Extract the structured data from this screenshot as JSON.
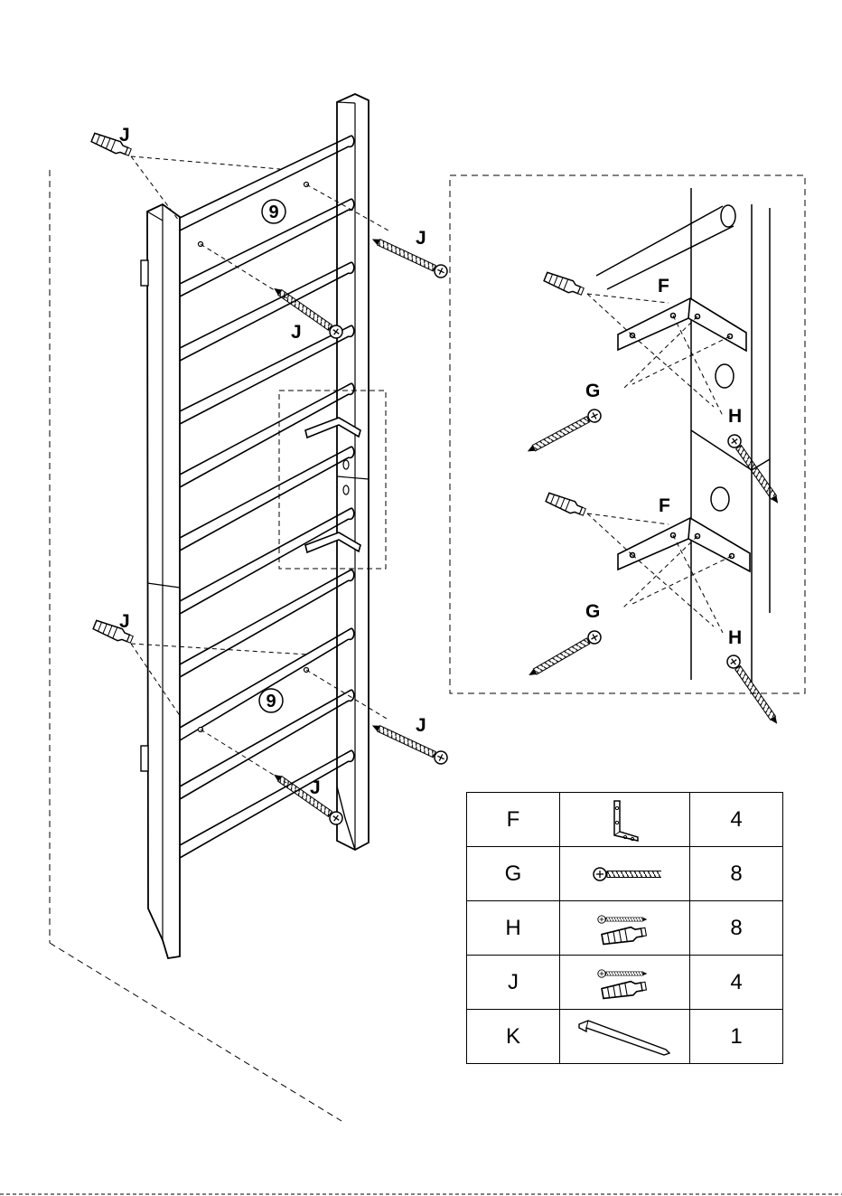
{
  "callouts": {
    "anchor_label": "J",
    "panel_number": "9",
    "bracket_label": "F",
    "screw_label": "G",
    "plug_label": "H"
  },
  "parts": [
    {
      "code": "F",
      "icon": "angle-bracket-icon",
      "qty": "4"
    },
    {
      "code": "G",
      "icon": "wood-screw-icon",
      "qty": "8"
    },
    {
      "code": "H",
      "icon": "screw-and-wall-plug-icon",
      "qty": "8"
    },
    {
      "code": "J",
      "icon": "screw-and-wall-plug-icon",
      "qty": "4"
    },
    {
      "code": "K",
      "icon": "hex-key-icon",
      "qty": "1"
    }
  ]
}
